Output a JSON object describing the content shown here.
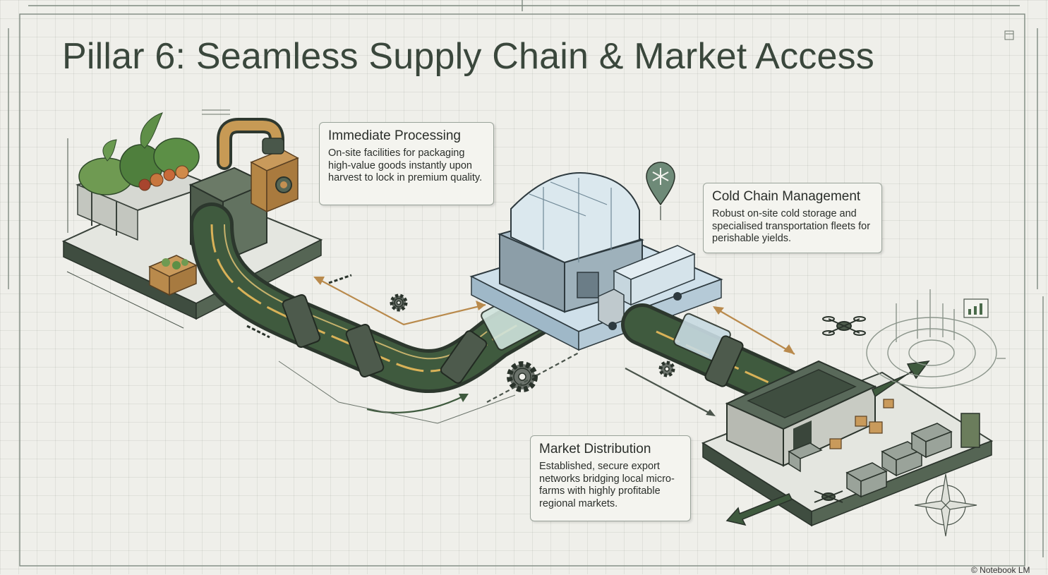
{
  "title": "Pillar 6: Seamless Supply Chain & Market Access",
  "callouts": {
    "processing": {
      "heading": "Immediate Processing",
      "body": "On-site facilities for packaging high-value goods instantly upon harvest to lock in premium quality."
    },
    "cold_chain": {
      "heading": "Cold Chain Management",
      "body": "Robust on-site cold storage and specialised transportation fleets for perishable yields."
    },
    "distribution": {
      "heading": "Market Distribution",
      "body": "Established, secure export networks bridging local micro-farms with highly profitable regional markets."
    }
  },
  "copyright": "© Notebook LM",
  "colors": {
    "pipe_green": "#3f5a3e",
    "pipe_glow": "#d9b258",
    "copper": "#b98a4c",
    "ice": "#cfe0ea",
    "ink": "#2f3a31",
    "paper": "#efefea"
  },
  "icons": [
    "snowflake-pin-icon",
    "gear-icon",
    "drone-icon",
    "compass-rose-icon",
    "truck-icon",
    "mini-chart-icon"
  ]
}
